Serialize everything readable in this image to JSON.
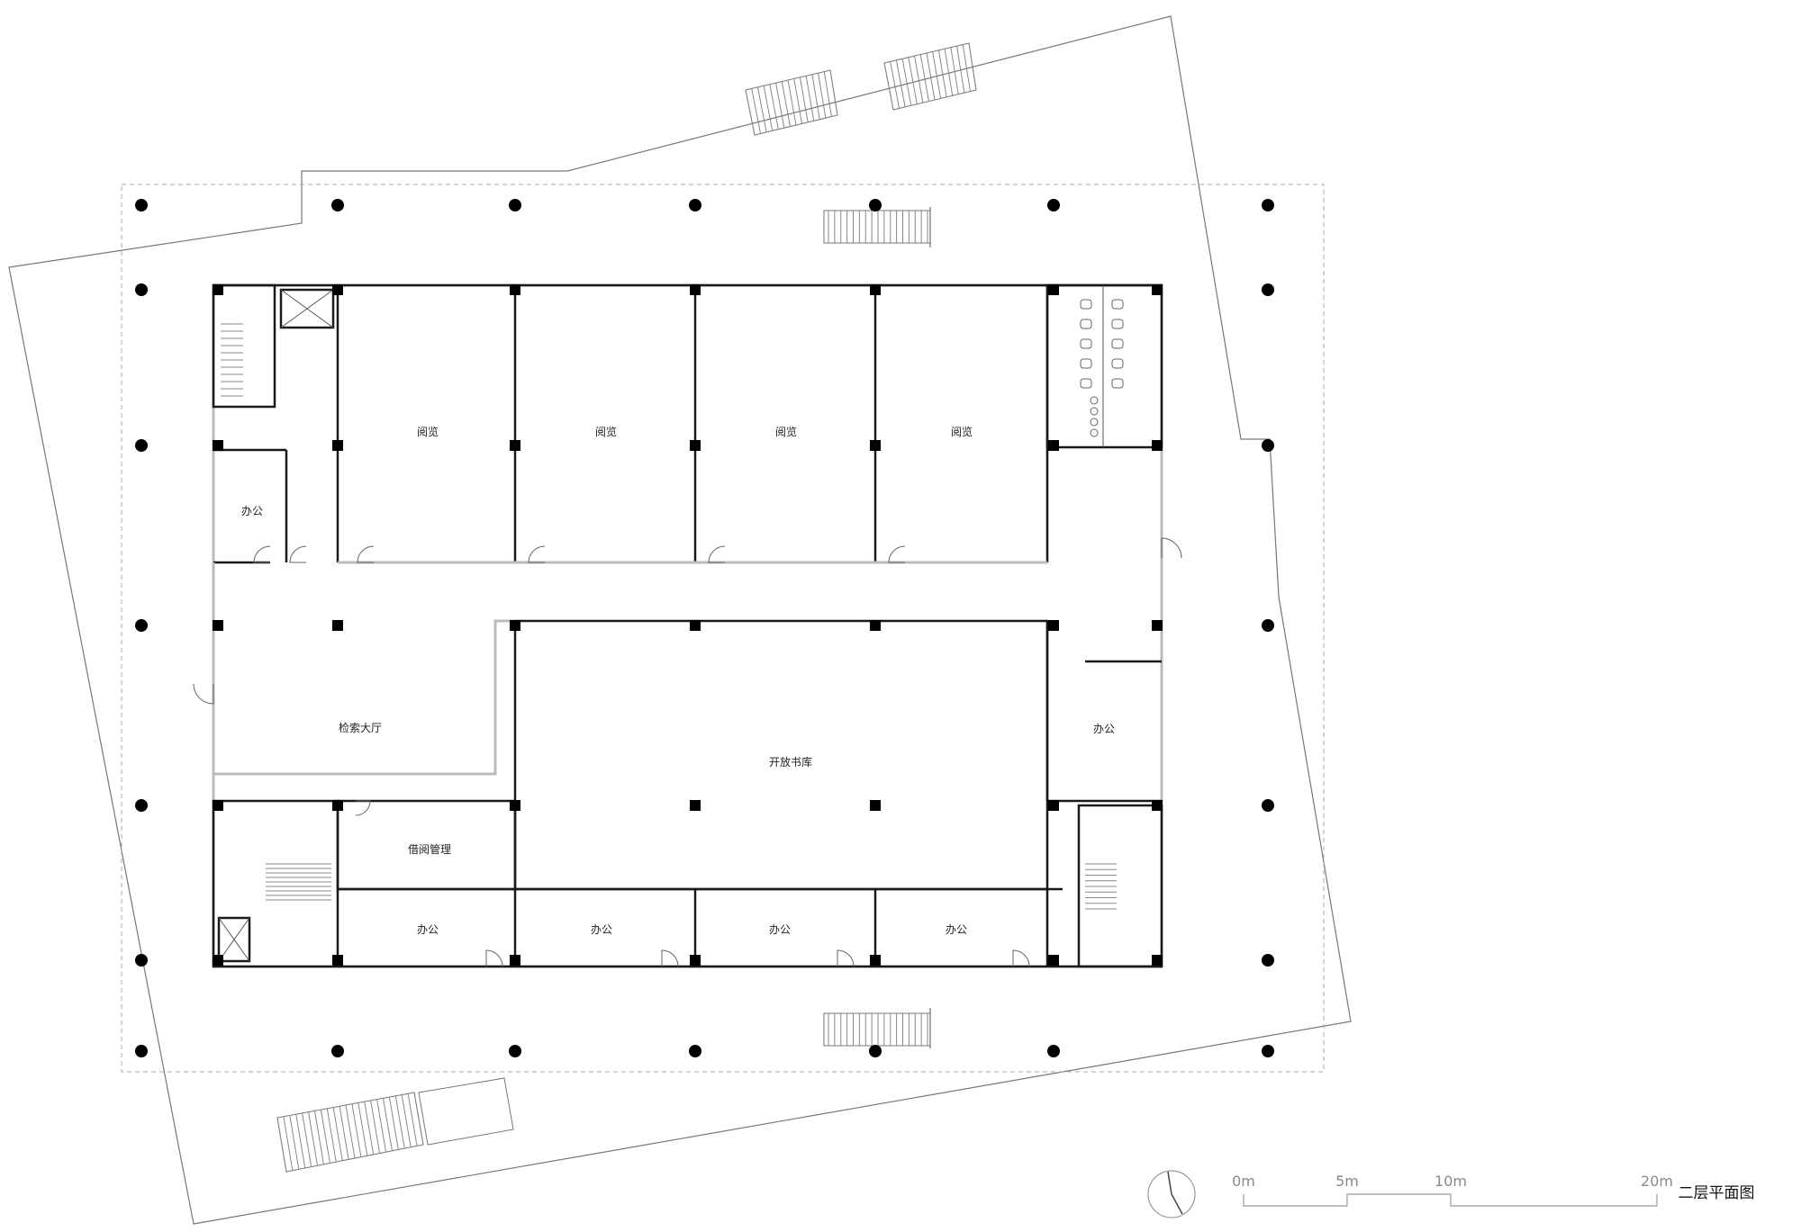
{
  "rooms": {
    "reading_1": "阅览",
    "reading_2": "阅览",
    "reading_3": "阅览",
    "reading_4": "阅览",
    "office_nw": "办公",
    "office_e": "办公",
    "office_s1": "办公",
    "office_s2": "办公",
    "office_s3": "办公",
    "office_s4": "办公",
    "search_hall": "检索大厅",
    "open_stacks": "开放书库",
    "circulation": "借阅管理"
  },
  "scale_bar": {
    "labels": [
      "0m",
      "5m",
      "10m",
      "20m"
    ]
  },
  "drawing_title": "二层平面图",
  "icons": {
    "north_arrow": "north-arrow-icon"
  }
}
